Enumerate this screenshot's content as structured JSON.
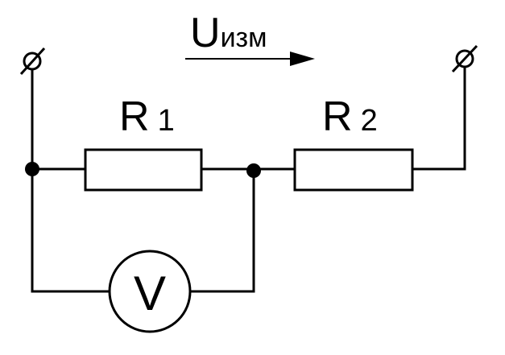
{
  "diagram": {
    "measurement_label": {
      "main": "U",
      "subscript": "изм"
    },
    "resistor_1": {
      "letter": "R",
      "index": "1"
    },
    "resistor_2": {
      "letter": "R",
      "index": "2"
    },
    "voltmeter": {
      "letter": "V"
    }
  }
}
